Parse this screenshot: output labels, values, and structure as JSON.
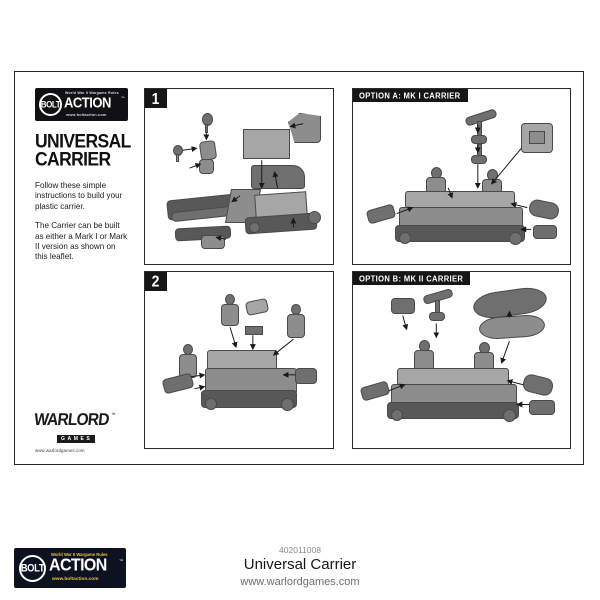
{
  "document": {
    "kind": "assembly-instruction-leaflet",
    "title_line_1": "UNIVERSAL",
    "title_line_2": "CARRIER",
    "blurb_paragraph_1": "Follow these simple instructions to build your plastic carrier.",
    "blurb_paragraph_2": "The Carrier can be built as either a Mark I or Mark II version as shown on this leaflet."
  },
  "brand_logo": {
    "bolt_word": "BOLT",
    "action_word": "ACTION",
    "tagline": "World War II Wargame Rules",
    "url": "www.boltaction.com",
    "trademark": "™"
  },
  "warlord_logo": {
    "word": "WARLORD",
    "sub_word": "GAMES",
    "trademark": "™",
    "url": "www.warlordgames.com"
  },
  "panels": [
    {
      "id": "panel-1",
      "type": "step",
      "badge": "1"
    },
    {
      "id": "panel-2",
      "type": "step",
      "badge": "2"
    },
    {
      "id": "panel-a",
      "type": "option",
      "tab_label": "OPTION A: MK I CARRIER"
    },
    {
      "id": "panel-b",
      "type": "option",
      "tab_label": "OPTION B: MK II CARRIER"
    }
  ],
  "footer": {
    "product_code": "402011008",
    "product_name": "Universal Carrier",
    "website": "www.warlordgames.com",
    "logo": {
      "bolt_word": "BOLT",
      "action_word": "ACTION",
      "tagline": "World War II Wargame Rules",
      "url": "www.boltaction.com",
      "trademark": "™"
    }
  },
  "colors": {
    "ink": "#161616",
    "paper": "#ffffff",
    "part_grey": "#8d8d8d",
    "part_dark": "#6f6f6f",
    "footer_navy": "#0d1220",
    "footer_gold": "#e8c24a"
  }
}
